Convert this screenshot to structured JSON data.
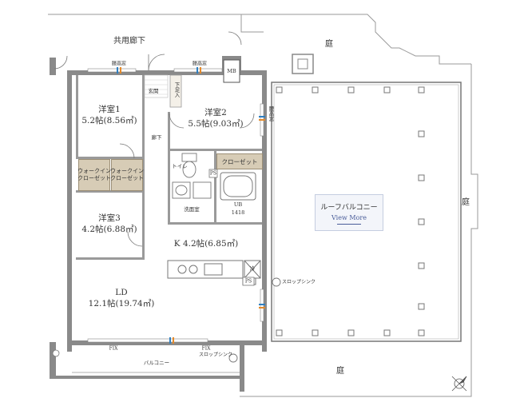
{
  "labels": {
    "common_corridor": "共用廊下",
    "garden": "庭",
    "mb": "MB",
    "window_high_1": "腰高窓",
    "window_high_2": "腰高窓",
    "window_high_3": "腰高窓",
    "entrance": "玄関",
    "shoe_box": "下足入",
    "corridor": "廊下",
    "toilet": "トイレ",
    "ps1": "PS",
    "ps2": "PS",
    "closet": "クローゼット",
    "washroom": "洗面室",
    "ub": "UB",
    "ub_size": "1418",
    "fridge": "冷",
    "slop_sink_1": "スロップシンク",
    "slop_sink_2": "スロップシンク",
    "balcony": "バルコニー",
    "fix1": "FIX",
    "fix2": "FIX",
    "roof_balcony": "ルーフバルコニー",
    "view_more": "View More",
    "walkin1": "ウォークイン\nクローゼット",
    "walkin2": "ウォークイン\nクローゼット"
  },
  "rooms": {
    "western1": {
      "name": "洋室1",
      "size": "5.2帖(8.56㎡)"
    },
    "western2": {
      "name": "洋室2",
      "size": "5.5帖(9.03㎡)"
    },
    "western3": {
      "name": "洋室3",
      "size": "4.2帖(6.88㎡)"
    },
    "kitchen": {
      "name": "K 4.2帖(6.85㎡)"
    },
    "ld": {
      "name": "LD",
      "size": "12.1帖(19.74㎡)"
    }
  },
  "colors": {
    "wall": "#8a8a8a",
    "wall_dark": "#6f6f6f",
    "closet_fill": "#d7ccb6",
    "window_accent_blue": "#2e7fc1",
    "window_accent_orange": "#e58a2a",
    "view_more_text": "#4a5d9a"
  }
}
